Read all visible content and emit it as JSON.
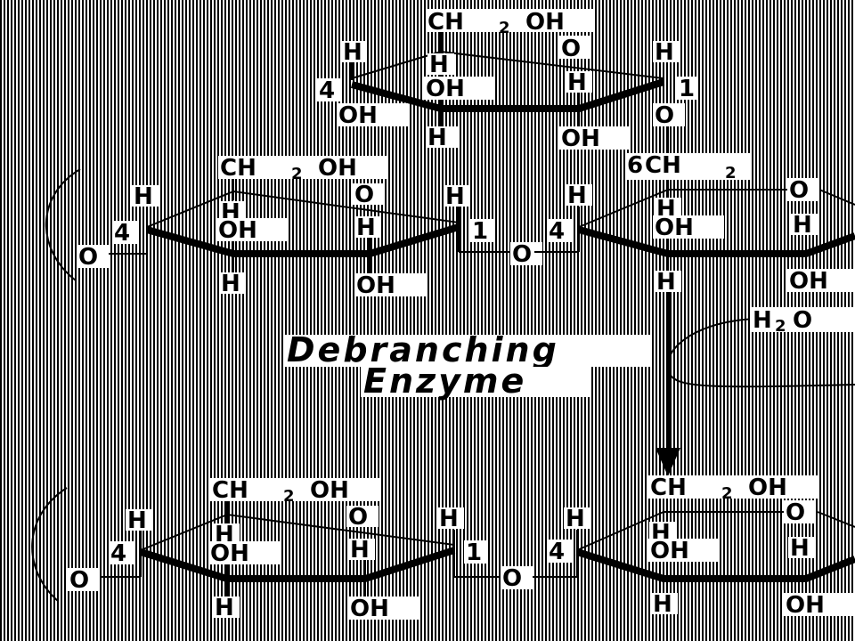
{
  "diagram": {
    "colors": {
      "ink": "#000000",
      "paper": "#ffffff"
    },
    "top_unit": {
      "ch2oh": "CH",
      "ch2oh_sub": "2",
      "ch2oh_tail": "OH",
      "ring_o": "O",
      "h_c4": "H",
      "h_c5": "H",
      "h_c1": "H",
      "c4": "4",
      "oh_c3": "OH",
      "h_c2": "H",
      "c1": "1",
      "oh_c4": "OH",
      "h_c3": "H",
      "link_o": "O",
      "oh_c2": "OH"
    },
    "branch_link": {
      "prefix": "6",
      "ch": "CH",
      "sub": "2"
    },
    "mid_left": {
      "ch2oh": "CH",
      "ch2oh_sub": "2",
      "ch2oh_tail": "OH",
      "h_c4": "H",
      "ring_o": "O",
      "h_c1": "H",
      "h_c5": "H",
      "c4": "4",
      "o_left": "O",
      "oh_c3": "OH",
      "h_c2": "H",
      "c1": "1",
      "link_o": "O",
      "h_c3": "H",
      "oh_c2": "OH"
    },
    "mid_right": {
      "h_c4": "H",
      "ring_o": "O",
      "h_c5": "H",
      "c4": "4",
      "oh_c3": "OH",
      "h_c2": "H",
      "h_c3": "H",
      "oh_c2": "OH"
    },
    "water": {
      "h": "H",
      "sub": "2",
      "o": "O"
    },
    "enzyme": {
      "line1": "Debranching",
      "line2": "Enzyme"
    },
    "bot_left": {
      "ch2oh": "CH",
      "ch2oh_sub": "2",
      "ch2oh_tail": "OH",
      "h_c4": "H",
      "ring_o": "O",
      "h_c1": "H",
      "h_c5": "H",
      "c4": "4",
      "oh_c3": "OH",
      "h_c2": "H",
      "c1": "1",
      "o_left": "O",
      "link_o": "O",
      "h_c3": "H",
      "oh_c2": "OH"
    },
    "bot_right": {
      "ch2oh": "CH",
      "ch2oh_sub": "2",
      "ch2oh_tail": "OH",
      "h_c4": "H",
      "ring_o": "O",
      "h_c5": "H",
      "c4": "4",
      "oh_c3": "OH",
      "h_c2": "H",
      "h_c3": "H",
      "oh_c2": "OH"
    }
  }
}
